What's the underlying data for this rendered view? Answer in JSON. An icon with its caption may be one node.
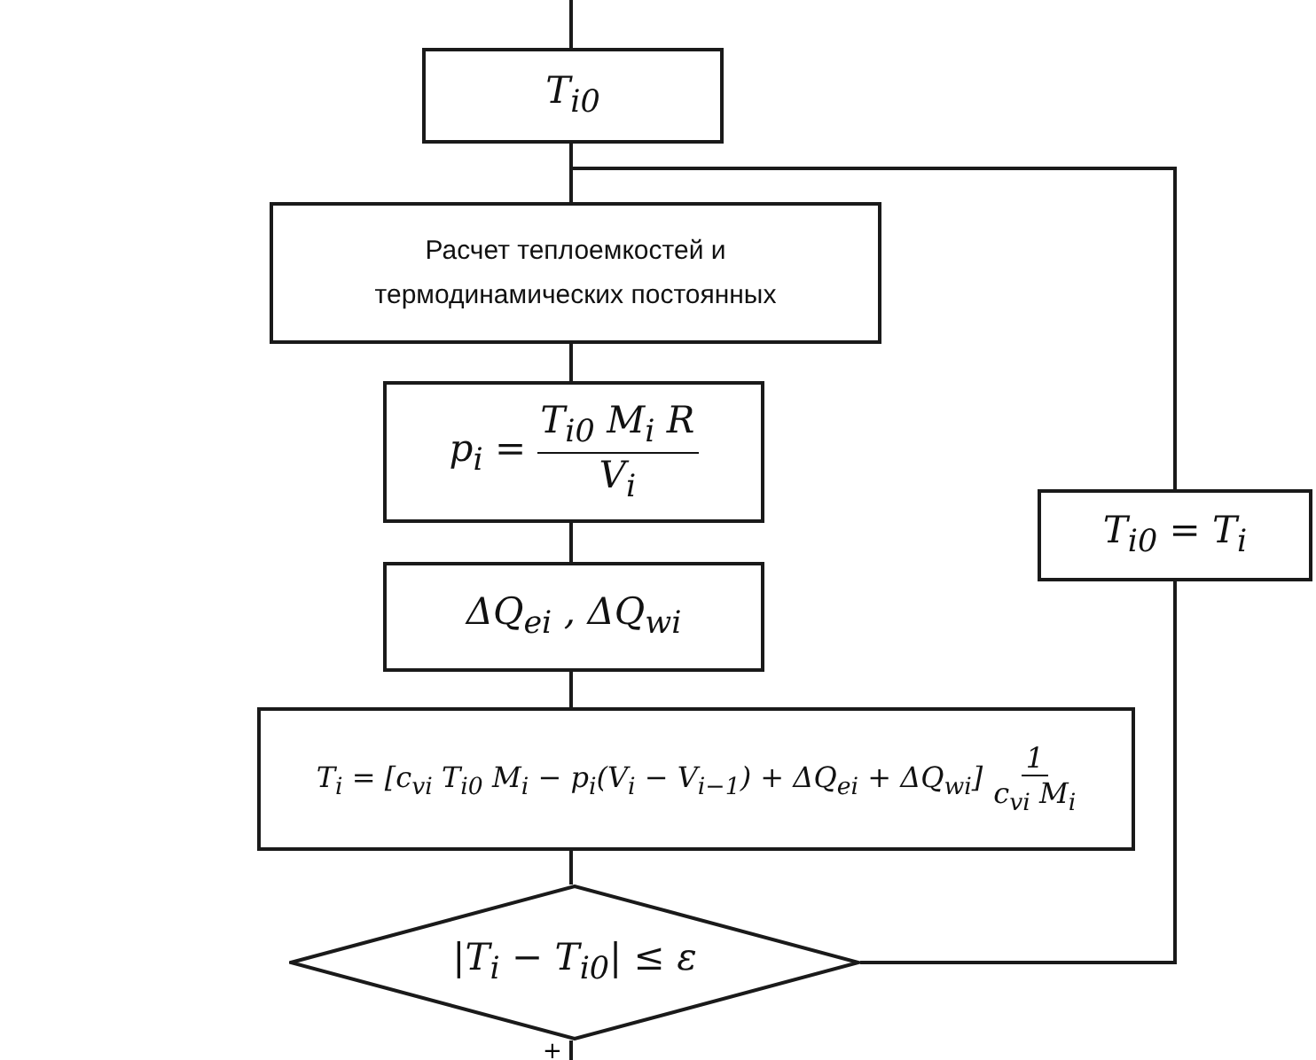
{
  "diagram": {
    "nodes": [
      {
        "text": [
          "T$_{i0}$"
        ]
      },
      {
        "text": [
          "Расчет теплоемкостей и термодинамических постоянных"
        ]
      },
      {
        "text": [
          "p$_{i}$ =",
          "T$_{i0}$ M$_{i}$ R",
          "V$_{i}$"
        ]
      },
      {
        "text": [
          "ΔQ$_{ei}$ ,  ΔQ$_{wi}$"
        ]
      },
      {
        "text": [
          "T$_{i}$ = [c$_{vi}$ T$_{i0}$ M$_{i}$ − p$_{i}$(V$_{i}$ − V$_{i−1}$) + ΔQ$_{ei}$ + ΔQ$_{wi}$]",
          "1",
          "c$_{vi}$ M$_{i}$"
        ]
      },
      {
        "text": [
          "|T$_{i}$ − T$_{i0}$| ≤ ε"
        ]
      },
      {
        "text": [
          "T$_{i0}$ = T$_{i}$"
        ]
      }
    ],
    "edges": [
      {
        "from": null,
        "to": 0,
        "arrow": "none"
      },
      {
        "from": 0,
        "to": 1,
        "arrow": "none"
      },
      {
        "from": 1,
        "to": 2,
        "arrow": "none"
      },
      {
        "from": 2,
        "to": 3,
        "arrow": "none"
      },
      {
        "from": 3,
        "to": 4,
        "arrow": "none"
      },
      {
        "from": 4,
        "to": 5,
        "arrow": "none"
      },
      {
        "from": 5,
        "to": 6,
        "arrow": "none"
      },
      {
        "from": 6,
        "to": 1,
        "arrow": "none"
      },
      {
        "from": 5,
        "to": null,
        "label": "+",
        "arrow": "none"
      }
    ]
  }
}
